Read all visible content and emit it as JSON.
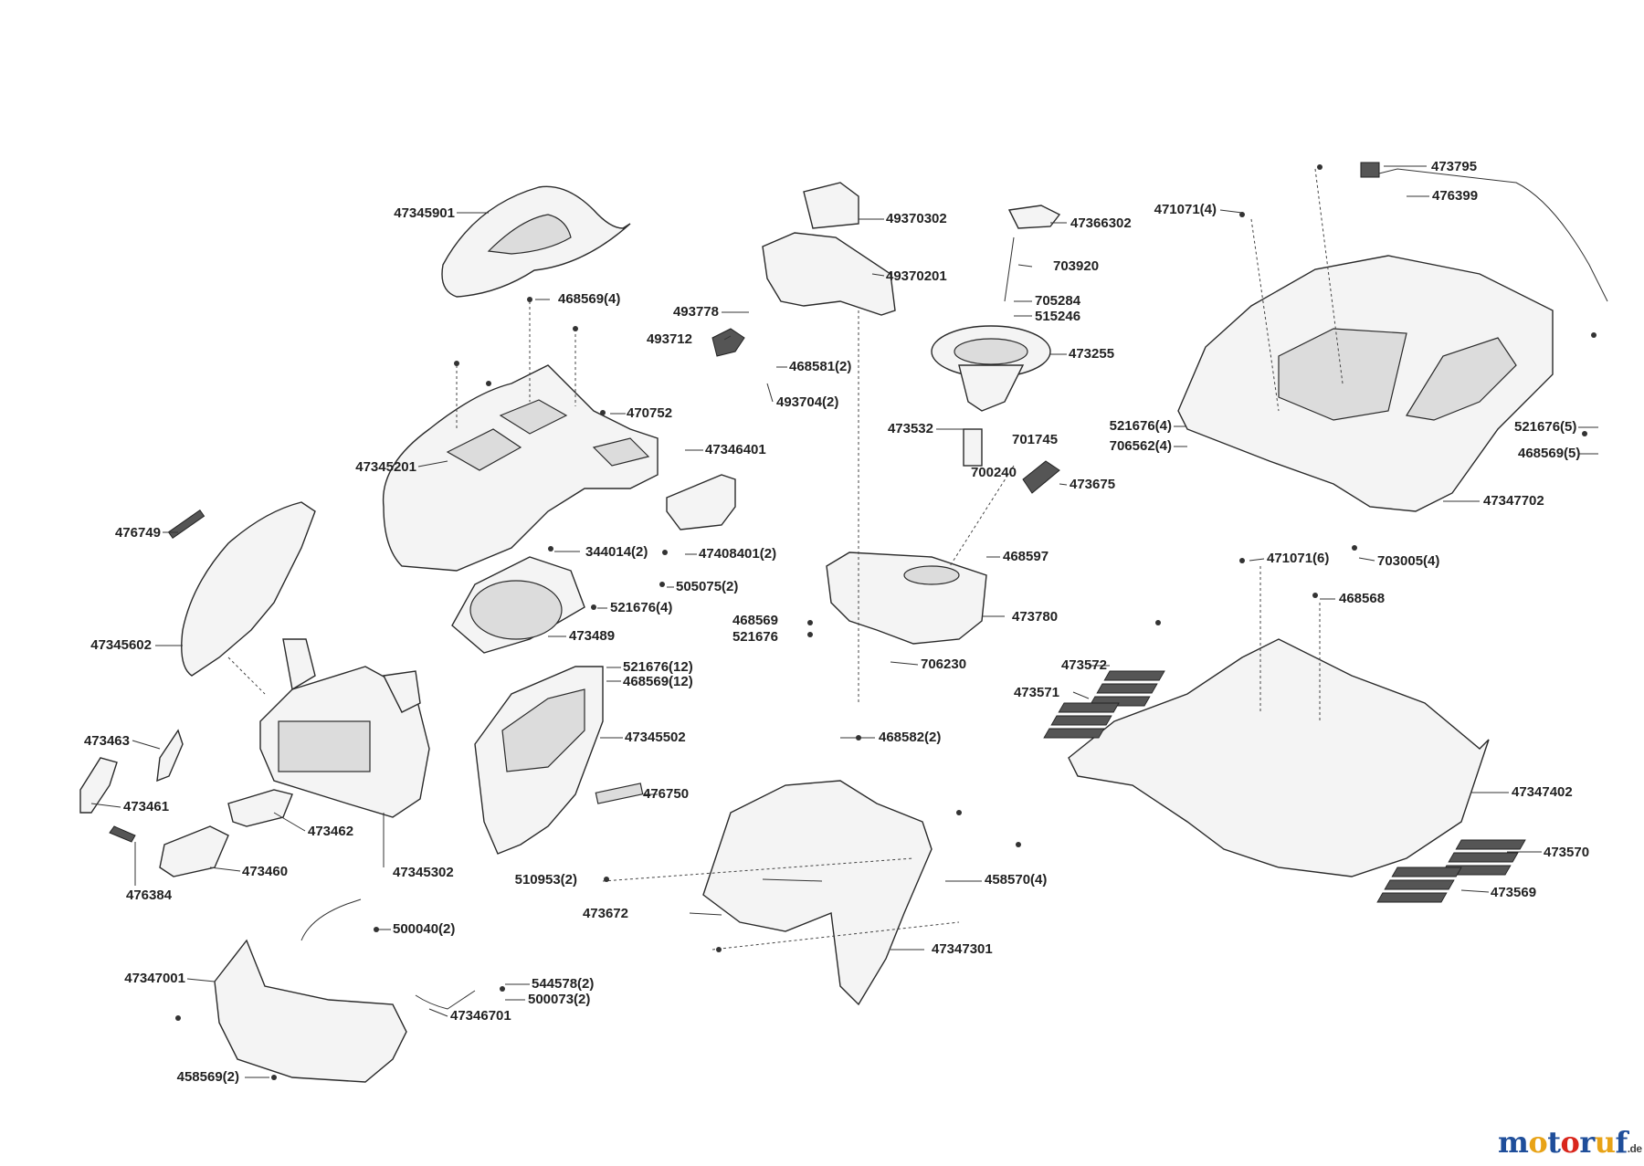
{
  "diagram": {
    "parts": [
      {
        "id": "p47345901",
        "label": "47345901"
      },
      {
        "id": "p468569_4",
        "label": "468569(4)"
      },
      {
        "id": "p470752",
        "label": "470752"
      },
      {
        "id": "p47345201",
        "label": "47345201"
      },
      {
        "id": "p47346401",
        "label": "47346401"
      },
      {
        "id": "p344014_2",
        "label": "344014(2)"
      },
      {
        "id": "p47408401_2",
        "label": "47408401(2)"
      },
      {
        "id": "p505075_2",
        "label": "505075(2)"
      },
      {
        "id": "p521676_4",
        "label": "521676(4)"
      },
      {
        "id": "p473489",
        "label": "473489"
      },
      {
        "id": "p476749",
        "label": "476749"
      },
      {
        "id": "p47345602",
        "label": "47345602"
      },
      {
        "id": "p521676_12",
        "label": "521676(12)"
      },
      {
        "id": "p468569_12",
        "label": "468569(12)"
      },
      {
        "id": "p47345502",
        "label": "47345502"
      },
      {
        "id": "p476750",
        "label": "476750"
      },
      {
        "id": "p473463",
        "label": "473463"
      },
      {
        "id": "p473461",
        "label": "473461"
      },
      {
        "id": "p473462",
        "label": "473462"
      },
      {
        "id": "p473460",
        "label": "473460"
      },
      {
        "id": "p476384",
        "label": "476384"
      },
      {
        "id": "p47345302",
        "label": "47345302"
      },
      {
        "id": "p500040_2",
        "label": "500040(2)"
      },
      {
        "id": "p47347001",
        "label": "47347001"
      },
      {
        "id": "p544578_2",
        "label": "544578(2)"
      },
      {
        "id": "p500073_2",
        "label": "500073(2)"
      },
      {
        "id": "p47346701",
        "label": "47346701"
      },
      {
        "id": "p458569_2",
        "label": "458569(2)"
      },
      {
        "id": "p49370302",
        "label": "49370302"
      },
      {
        "id": "p49370201",
        "label": "49370201"
      },
      {
        "id": "p493778",
        "label": "493778"
      },
      {
        "id": "p493712",
        "label": "493712"
      },
      {
        "id": "p468581_2",
        "label": "468581(2)"
      },
      {
        "id": "p493704_2",
        "label": "493704(2)"
      },
      {
        "id": "p47366302",
        "label": "47366302"
      },
      {
        "id": "p703920",
        "label": "703920"
      },
      {
        "id": "p705284",
        "label": "705284"
      },
      {
        "id": "p515246",
        "label": "515246"
      },
      {
        "id": "p473255",
        "label": "473255"
      },
      {
        "id": "p473532",
        "label": "473532"
      },
      {
        "id": "p701745",
        "label": "701745"
      },
      {
        "id": "p700240",
        "label": "700240"
      },
      {
        "id": "p473675",
        "label": "473675"
      },
      {
        "id": "p468597",
        "label": "468597"
      },
      {
        "id": "p468569",
        "label": "468569"
      },
      {
        "id": "p521676",
        "label": "521676"
      },
      {
        "id": "p473780",
        "label": "473780"
      },
      {
        "id": "p706230",
        "label": "706230"
      },
      {
        "id": "p468582_2",
        "label": "468582(2)"
      },
      {
        "id": "p510953_2",
        "label": "510953(2)"
      },
      {
        "id": "p458570_4",
        "label": "458570(4)"
      },
      {
        "id": "p473672",
        "label": "473672"
      },
      {
        "id": "p47347301",
        "label": "47347301"
      },
      {
        "id": "p473795",
        "label": "473795"
      },
      {
        "id": "p476399",
        "label": "476399"
      },
      {
        "id": "p471071_4",
        "label": "471071(4)"
      },
      {
        "id": "p521676_4b",
        "label": "521676(4)"
      },
      {
        "id": "p706562_4",
        "label": "706562(4)"
      },
      {
        "id": "p521676_5",
        "label": "521676(5)"
      },
      {
        "id": "p468569_5",
        "label": "468569(5)"
      },
      {
        "id": "p47347702",
        "label": "47347702"
      },
      {
        "id": "p471071_6",
        "label": "471071(6)"
      },
      {
        "id": "p703005_4",
        "label": "703005(4)"
      },
      {
        "id": "p468568",
        "label": "468568"
      },
      {
        "id": "p473572",
        "label": "473572"
      },
      {
        "id": "p473571",
        "label": "473571"
      },
      {
        "id": "p47347402",
        "label": "47347402"
      },
      {
        "id": "p473570",
        "label": "473570"
      },
      {
        "id": "p473569",
        "label": "473569"
      }
    ]
  },
  "watermark": {
    "text": "motoruf",
    "suffix": ".de",
    "colors": [
      "#1f4e9a",
      "#e8a317",
      "#1f4e9a",
      "#d9261c",
      "#1f4e9a",
      "#e8a317",
      "#1f4e9a"
    ]
  }
}
